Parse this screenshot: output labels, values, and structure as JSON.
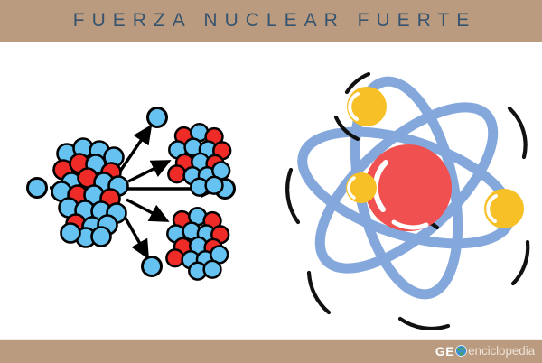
{
  "header": {
    "title": "FUERZA NUCLEAR FUERTE",
    "band_color": "#ba9b7f",
    "text_color": "#36546f"
  },
  "footer": {
    "band_color": "#ba9b7f",
    "logo_prefix": "GE",
    "logo_icon": "globe-icon",
    "logo_word": "enciclopedia",
    "logo_prefix_color": "#ffffff",
    "logo_word_color": "#f2e8df"
  },
  "canvas": {
    "background": "#ffffff"
  },
  "figures": {
    "fission": {
      "name": "nuclear-fission-diagram",
      "caption": "",
      "colors": {
        "neutron": "#66c2f0",
        "proton": "#ee2b26",
        "outline": "#000000",
        "arrow": "#000000"
      },
      "parts": {
        "incoming_neutron": "incoming-neutron",
        "parent_nucleus": "parent-nucleus",
        "daughter_nucleus_top": "daughter-nucleus-top",
        "daughter_nucleus_bottom": "daughter-nucleus-bottom",
        "emitted_neutron_top": "emitted-neutron-top",
        "emitted_neutron_middle": "emitted-neutron-middle",
        "emitted_neutron_bottom": "emitted-neutron-bottom"
      },
      "counts": {
        "parent_nucleons": 26,
        "daughter_top_nucleons": 16,
        "daughter_bottom_nucleons": 16,
        "emitted_neutrons": 3,
        "arrows": 5
      }
    },
    "atom": {
      "name": "atom-diagram",
      "colors": {
        "orbit": "#85a8dc",
        "nucleus": "#f0504f",
        "electron": "#f6c026",
        "accent_arc": "#111111",
        "highlight": "#ffffff"
      },
      "counts": {
        "orbits": 3,
        "electrons": 3,
        "accent_arcs": 8
      }
    }
  }
}
